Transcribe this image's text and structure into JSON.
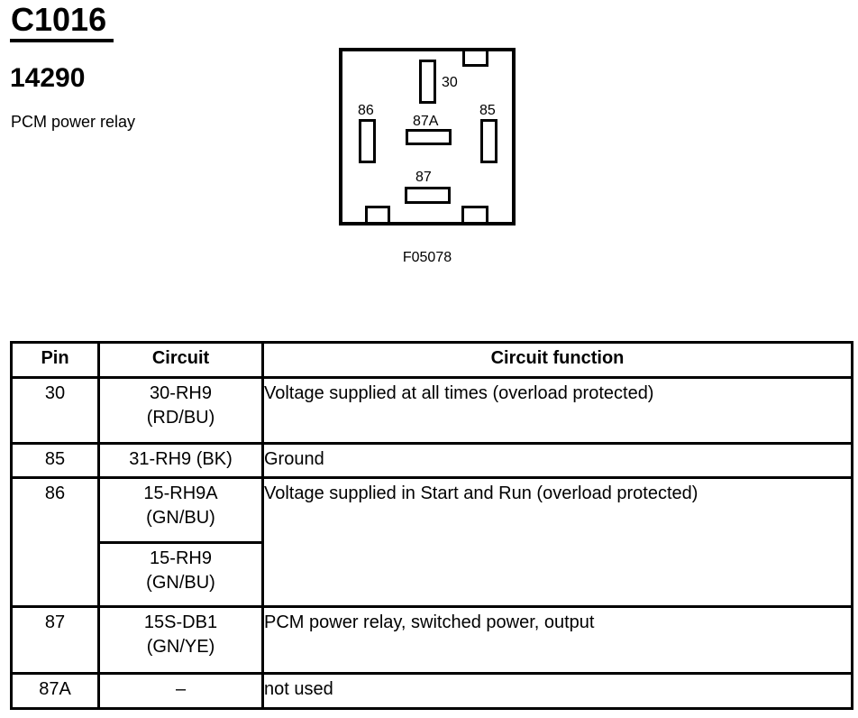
{
  "header": {
    "connector_id": "C1016",
    "part_number": "14290",
    "description": "PCM power relay"
  },
  "diagram": {
    "caption": "F05078",
    "pin_labels": {
      "pin30": "30",
      "pin85": "85",
      "pin86": "86",
      "pin87": "87",
      "pin87a": "87A"
    }
  },
  "table": {
    "headers": {
      "pin": "Pin",
      "circuit": "Circuit",
      "function": "Circuit function"
    },
    "rows": {
      "r30": {
        "pin": "30",
        "circuit_line1": "30-RH9",
        "circuit_line2": "(RD/BU)",
        "function": "Voltage supplied at all times (overload protected)"
      },
      "r85": {
        "pin": "85",
        "circuit_line1": "31-RH9 (BK)",
        "function": "Ground"
      },
      "r86": {
        "pin": "86",
        "circuit_a_line1": "15-RH9A",
        "circuit_a_line2": "(GN/BU)",
        "circuit_b_line1": "15-RH9",
        "circuit_b_line2": "(GN/BU)",
        "function": "Voltage supplied in Start and Run (overload protected)"
      },
      "r87": {
        "pin": "87",
        "circuit_line1": "15S-DB1",
        "circuit_line2": "(GN/YE)",
        "function": "PCM power relay, switched power, output"
      },
      "r87a": {
        "pin": "87A",
        "circuit_line1": "–",
        "function": "not used"
      }
    }
  },
  "colors": {
    "ink": "#000000",
    "paper": "#ffffff"
  }
}
